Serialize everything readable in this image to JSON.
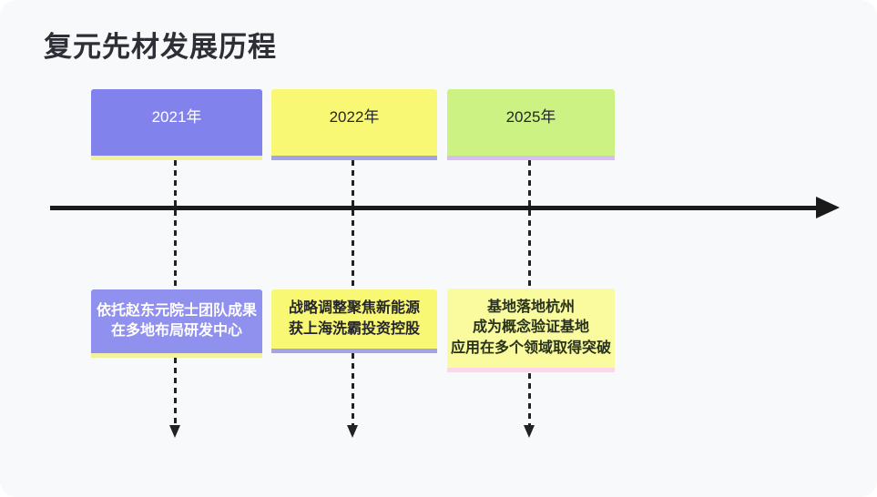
{
  "page": {
    "background": "#ffffff",
    "card_background": "#f8f9fb"
  },
  "title": "复元先材发展历程",
  "timeline": {
    "axis_color": "#1a1a1a",
    "connector_color": "#222222",
    "items": [
      {
        "year": "2021年",
        "year_bg": "#8282ec",
        "year_text_color": "#ffffff",
        "year_accent": "#f1f19e",
        "description": [
          "依托赵东元院士团队成果",
          "在多地布局研发中心"
        ],
        "desc_bg": "#9090ee",
        "desc_text_color": "#ffffff",
        "desc_accent": "#f1f19e"
      },
      {
        "year": "2022年",
        "year_bg": "#f8f875",
        "year_text_color": "#26262b",
        "year_accent": "#a3a3e6",
        "description": [
          "战略调整聚焦新能源",
          "获上海洗霸投资控股"
        ],
        "desc_bg": "#f8f875",
        "desc_text_color": "#26262b",
        "desc_accent": "#a3a3e6"
      },
      {
        "year": "2025年",
        "year_bg": "#cbf282",
        "year_text_color": "#26262b",
        "year_accent": "#d7beee",
        "description": [
          "基地落地杭州",
          "成为概念验证基地",
          "应用在多个领域取得突破"
        ],
        "desc_bg": "#fafa9e",
        "desc_text_color": "#28321a",
        "desc_accent": "#f7d9e8"
      }
    ]
  }
}
